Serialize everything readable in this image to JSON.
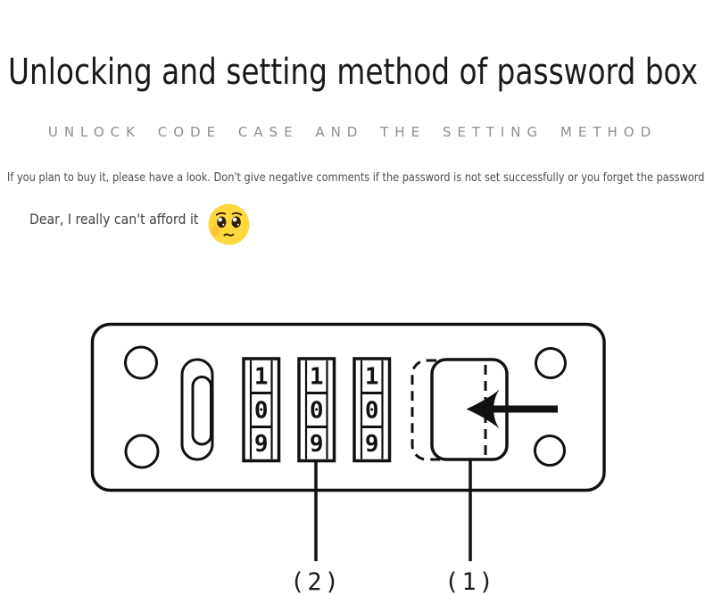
{
  "page": {
    "title": "Unlocking and setting method of password box",
    "subtitle": "UNLOCK CODE CASE AND THE SETTING METHOD",
    "intro": "If you plan to buy it, please have a look. Don't give negative comments if the password is not set successfully or you forget the password,",
    "plea": "Dear, I really can't afford it",
    "emoji_icon": "pleading-teary-face-emoji"
  },
  "diagram": {
    "dials": [
      {
        "digits": [
          "1",
          "0",
          "9"
        ]
      },
      {
        "digits": [
          "1",
          "0",
          "9"
        ]
      },
      {
        "digits": [
          "1",
          "0",
          "9"
        ]
      }
    ],
    "labels": {
      "dial_pointer": "(2)",
      "button_pointer": "(1)"
    },
    "arrow_icon": "left-push-arrow"
  },
  "colors": {
    "ink": "#111111",
    "title_text": "#1a1a1a",
    "subtitle_gray": "#8a9095",
    "body_gray": "#4c4c4c",
    "emoji_yellow": "#ffd83d"
  }
}
